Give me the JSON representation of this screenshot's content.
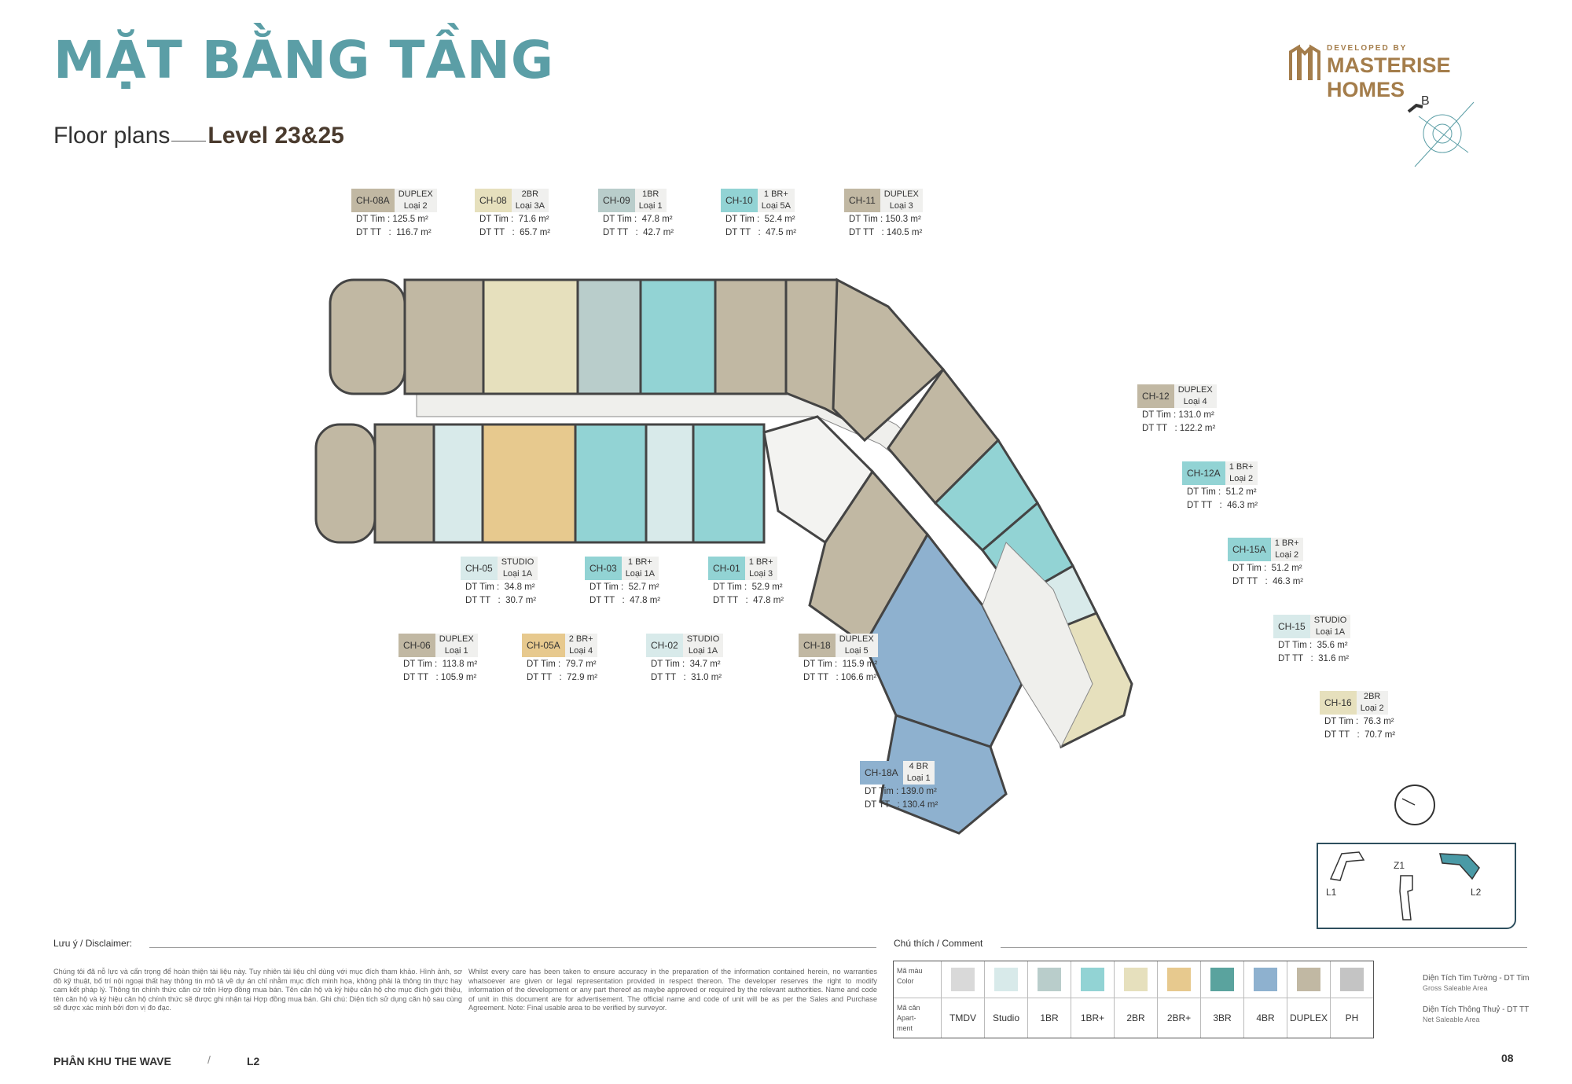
{
  "header": {
    "title": "MẶT BẰNG TẦNG",
    "subtitle_prefix": "Floor plans",
    "subtitle_level": "Level 23&25",
    "logo_top": "DEVELOPED BY",
    "logo_brand": "MASTERISE HOMES",
    "compass_letter": "B"
  },
  "colors": {
    "title": "#5b9ea6",
    "brand": "#a47d4b",
    "duplex": "#c1b8a3",
    "studio": "#d8eaea",
    "1br": "#b9cdcb",
    "1brplus": "#92d3d4",
    "2br": "#e6e0bd",
    "2brplus": "#e7c98e",
    "4br": "#8eb1cf"
  },
  "units": [
    {
      "code": "CH-08A",
      "type1": "DUPLEX",
      "type2": "Loại 2",
      "dt_tim": "DT Tim : 125.5 m²",
      "dt_tt": "DT TT   :  116.7 m²",
      "color": "#c1b8a3"
    },
    {
      "code": "CH-08",
      "type1": "2BR",
      "type2": "Loại 3A",
      "dt_tim": "DT Tim :  71.6 m²",
      "dt_tt": "DT TT   :  65.7 m²",
      "color": "#e6e0bd"
    },
    {
      "code": "CH-09",
      "type1": "1BR",
      "type2": "Loại 1",
      "dt_tim": "DT Tim :  47.8 m²",
      "dt_tt": "DT TT   :  42.7 m²",
      "color": "#b9cdcb"
    },
    {
      "code": "CH-10",
      "type1": "1 BR+",
      "type2": "Loại 5A",
      "dt_tim": "DT Tim :  52.4 m²",
      "dt_tt": "DT TT   :  47.5 m²",
      "color": "#92d3d4"
    },
    {
      "code": "CH-11",
      "type1": "DUPLEX",
      "type2": "Loại 3",
      "dt_tim": "DT Tim : 150.3 m²",
      "dt_tt": "DT TT   : 140.5 m²",
      "color": "#c1b8a3"
    },
    {
      "code": "CH-12",
      "type1": "DUPLEX",
      "type2": "Loại 4",
      "dt_tim": "DT Tim : 131.0 m²",
      "dt_tt": "DT TT   : 122.2 m²",
      "color": "#c1b8a3"
    },
    {
      "code": "CH-12A",
      "type1": "1 BR+",
      "type2": "Loại 2",
      "dt_tim": "DT Tim :  51.2 m²",
      "dt_tt": "DT TT   :  46.3 m²",
      "color": "#92d3d4"
    },
    {
      "code": "CH-15A",
      "type1": "1 BR+",
      "type2": "Loại 2",
      "dt_tim": "DT Tim :  51.2 m²",
      "dt_tt": "DT TT   :  46.3 m²",
      "color": "#92d3d4"
    },
    {
      "code": "CH-15",
      "type1": "STUDIO",
      "type2": "Loại 1A",
      "dt_tim": "DT Tim :  35.6 m²",
      "dt_tt": "DT TT   :  31.6 m²",
      "color": "#d8eaea"
    },
    {
      "code": "CH-16",
      "type1": "2BR",
      "type2": "Loại 2",
      "dt_tim": "DT Tim :  76.3 m²",
      "dt_tt": "DT TT   :  70.7 m²",
      "color": "#e6e0bd"
    },
    {
      "code": "CH-18A",
      "type1": "4 BR",
      "type2": "Loại 1",
      "dt_tim": "DT Tim : 139.0 m²",
      "dt_tt": "DT TT   : 130.4 m²",
      "color": "#8eb1cf"
    },
    {
      "code": "CH-18",
      "type1": "DUPLEX",
      "type2": "Loại 5",
      "dt_tim": "DT Tim :  115.9 m²",
      "dt_tt": "DT TT   : 106.6 m²",
      "color": "#c1b8a3"
    },
    {
      "code": "CH-05",
      "type1": "STUDIO",
      "type2": "Loại 1A",
      "dt_tim": "DT Tim :  34.8 m²",
      "dt_tt": "DT TT   :  30.7 m²",
      "color": "#d8eaea"
    },
    {
      "code": "CH-03",
      "type1": "1 BR+",
      "type2": "Loại 1A",
      "dt_tim": "DT Tim :  52.7 m²",
      "dt_tt": "DT TT   :  47.8 m²",
      "color": "#92d3d4"
    },
    {
      "code": "CH-01",
      "type1": "1 BR+",
      "type2": "Loại 3",
      "dt_tim": "DT Tim :  52.9 m²",
      "dt_tt": "DT TT   :  47.8 m²",
      "color": "#92d3d4"
    },
    {
      "code": "CH-06",
      "type1": "DUPLEX",
      "type2": "Loại 1",
      "dt_tim": "DT Tim :  113.8 m²",
      "dt_tt": "DT TT   : 105.9 m²",
      "color": "#c1b8a3"
    },
    {
      "code": "CH-05A",
      "type1": "2 BR+",
      "type2": "Loại 4",
      "dt_tim": "DT Tim :  79.7 m²",
      "dt_tt": "DT TT   :  72.9 m²",
      "color": "#e7c98e"
    },
    {
      "code": "CH-02",
      "type1": "STUDIO",
      "type2": "Loại 1A",
      "dt_tim": "DT Tim :  34.7 m²",
      "dt_tt": "DT TT   :  31.0 m²",
      "color": "#d8eaea"
    }
  ],
  "keyplan": {
    "z1": "Z1",
    "l1": "L1",
    "l2": "L2"
  },
  "disclaimer": {
    "heading": "Lưu ý / Disclaimer:",
    "vi": "Chúng tôi đã nỗ lực và cẩn trọng để hoàn thiện tài liệu này. Tuy nhiên tài liệu chỉ dùng với mục đích tham khảo. Hình ảnh, sơ đồ kỹ thuật, bố trí nội ngoại thất hay thông tin mô tả về dự án chỉ nhằm mục đích minh họa, không phải là thông tin thực hay cam kết pháp lý. Thông tin chính thức căn cứ trên Hợp đồng mua bán. Tên căn hộ và ký hiệu căn hộ cho mục đích giới thiệu, tên căn hộ và ký hiệu căn hộ chính thức sẽ được ghi nhận tại Hợp đồng mua bán. Ghi chú: Diện tích sử dụng căn hộ sau cùng sẽ được xác minh bởi đơn vị đo đạc.",
    "en": "Whilst every care has been taken to ensure accuracy in the preparation of the information contained herein, no warranties whatsoever are given or legal representation provided in respect thereon. The developer reserves the right to modify information of the development or any part thereof as maybe approved or required by the relevant authorities. Name and code of unit in this document are for advertisement. The official name and code of unit will be as per the Sales and Purchase Agreement. Note: Final usable area to be verified by surveyor."
  },
  "legend": {
    "heading": "Chú thích / Comment",
    "row1": "Mã màu\nColor",
    "row2": "Mã căn\nApart-\nment",
    "items": [
      {
        "name": "TMDV",
        "color": "#d9d9d9"
      },
      {
        "name": "Studio",
        "color": "#d8eaea"
      },
      {
        "name": "1BR",
        "color": "#b9cdcb"
      },
      {
        "name": "1BR+",
        "color": "#92d3d4"
      },
      {
        "name": "2BR",
        "color": "#e6e0bd"
      },
      {
        "name": "2BR+",
        "color": "#e7c98e"
      },
      {
        "name": "3BR",
        "color": "#5aa39e"
      },
      {
        "name": "4BR",
        "color": "#8eb1cf"
      },
      {
        "name": "DUPLEX",
        "color": "#c1b8a3"
      },
      {
        "name": "PH",
        "color": "#c4c4c4"
      }
    ],
    "note1": "Diện Tích Tim Tường - DT Tim",
    "note1_en": "Gross Saleable Area",
    "note2": "Diện Tích Thông Thuỷ - DT TT",
    "note2_en": "Net Saleable Area"
  },
  "footer": {
    "zone": "PHÂN KHU THE WAVE",
    "slash": "/",
    "level": "L2",
    "page": "08"
  }
}
